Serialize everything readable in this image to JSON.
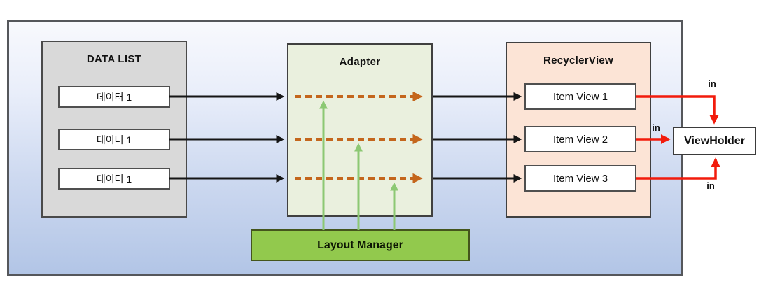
{
  "diagram": {
    "data_list": {
      "title": "DATA LIST",
      "items": [
        "데이터 1",
        "데이터 1",
        "데이터 1"
      ]
    },
    "adapter": {
      "title": "Adapter"
    },
    "recycler_view": {
      "title": "RecyclerView",
      "items": [
        "Item View 1",
        "Item View 2",
        "Item View 3"
      ]
    },
    "view_holder": {
      "label": "ViewHolder"
    },
    "layout_manager": {
      "label": "Layout Manager"
    },
    "edge_labels": {
      "top": "in",
      "middle": "in",
      "bottom": "in"
    },
    "colors": {
      "outer_gradient_top": "#f8f9fd",
      "outer_gradient_bottom": "#b2c5e6",
      "outer_border": "#55575b",
      "data_list_fill": "#d9d9d9",
      "adapter_fill": "#eaf0de",
      "recycler_fill": "#fce4d6",
      "layout_manager_fill": "#92c94d",
      "arrow_black": "#151515",
      "arrow_orange_dashed": "#c4661c",
      "arrow_green": "#8cc873",
      "arrow_red": "#f21b0c"
    }
  }
}
